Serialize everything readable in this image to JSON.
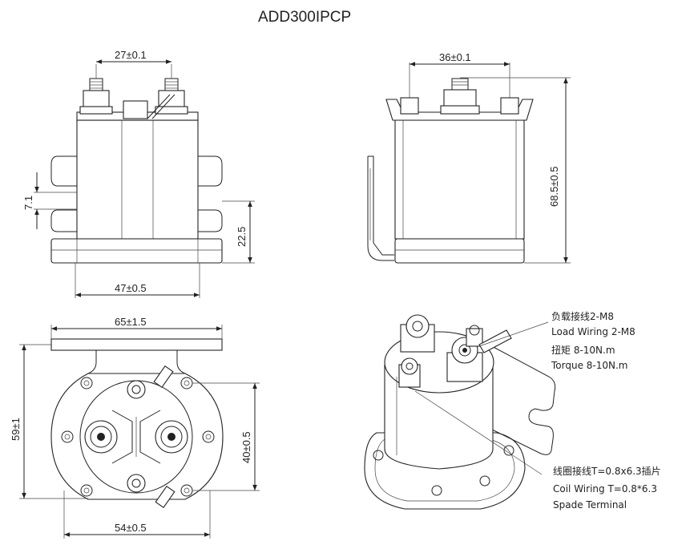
{
  "title": "ADD300IPCP",
  "front_view": {
    "top_width_label": "27±0.1",
    "bracket_height_label": "7.1",
    "base_height_label": "22.5",
    "body_width_label": "47±0.5"
  },
  "side_view": {
    "top_width_label": "36±0.1",
    "total_height_label": "68.5±0.5"
  },
  "bottom_view": {
    "bracket_width_label": "65±1.5",
    "total_height_label": "59±1",
    "mount_height_label": "40±0.5",
    "mount_width_label": "54±0.5"
  },
  "annotations": {
    "load_wiring_cn": "负载接线2-M8",
    "load_wiring_en": "Load Wiring 2-M8",
    "torque_cn": "扭矩 8-10N.m",
    "torque_en": "Torque 8-10N.m",
    "coil_wiring_cn": "线圈接线T=0.8x6.3插片",
    "coil_wiring_en": "Coil Wiring T=0.8*6.3",
    "spade_terminal": "Spade Terminal"
  }
}
